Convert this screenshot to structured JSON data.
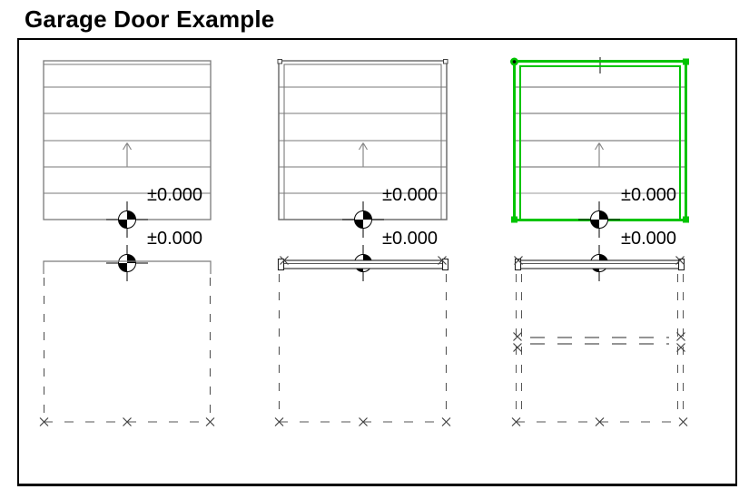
{
  "title": "Garage Door Example",
  "colors": {
    "selection_green": "#00c400",
    "door_line": "#7a7a7a",
    "frame_dark": "#6e6e6e",
    "panel_dark": "#666666",
    "dash_gray": "#555555",
    "border_black": "#000000"
  },
  "icons": {
    "up_arrow": "↑",
    "level_marker": "quadrant-circle-survey-point",
    "x_mark": "×"
  },
  "drawings": [
    {
      "name": "garage-door-simple-closed",
      "level_top": "±0.000",
      "level_bottom": "±0.000"
    },
    {
      "name": "garage-door-frame-closed",
      "level_top": "±0.000",
      "level_bottom": "±0.000"
    },
    {
      "name": "garage-door-selected-open",
      "level_top": "±0.000",
      "level_bottom": "±0.000"
    }
  ]
}
